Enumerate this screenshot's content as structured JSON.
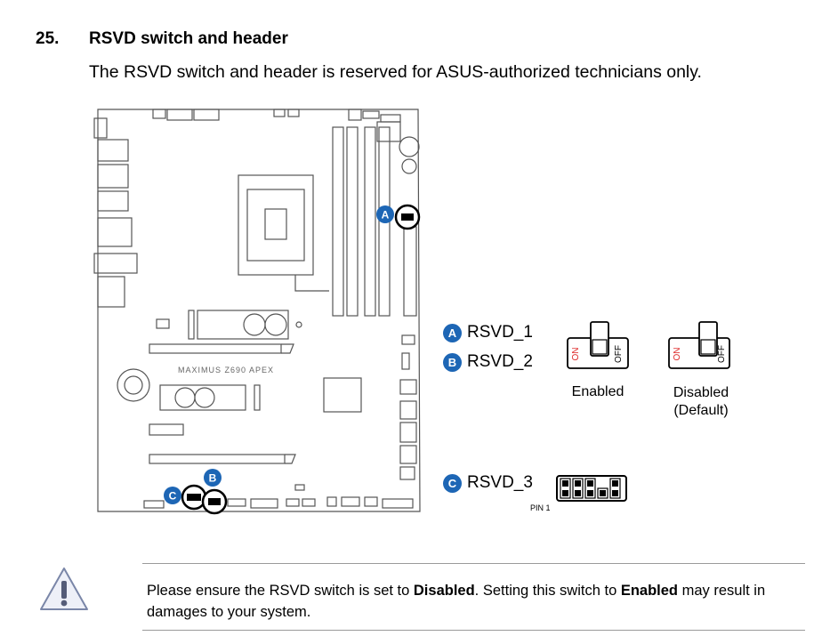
{
  "section": {
    "number": "25.",
    "title": "RSVD switch and header",
    "intro": "The RSVD switch and header is reserved for ASUS-authorized technicians only."
  },
  "board": {
    "model_label": "MAXIMUS Z690 APEX",
    "callouts": {
      "a": "A",
      "b": "B",
      "c": "C"
    }
  },
  "legend": {
    "rsvd1": {
      "badge": "A",
      "label": "RSVD_1"
    },
    "rsvd2": {
      "badge": "B",
      "label": "RSVD_2"
    },
    "rsvd3": {
      "badge": "C",
      "label": "RSVD_3"
    },
    "switch_on": "ON",
    "switch_off": "OFF",
    "enabled_caption": "Enabled",
    "disabled_caption_1": "Disabled",
    "disabled_caption_2": "(Default)",
    "pin1": "PIN 1"
  },
  "note": {
    "p1": "Please ensure the RSVD switch is set to ",
    "b1": "Disabled",
    "p2": ". Setting this switch to ",
    "b2": "Enabled",
    "p3": " may result in damages to your system."
  }
}
